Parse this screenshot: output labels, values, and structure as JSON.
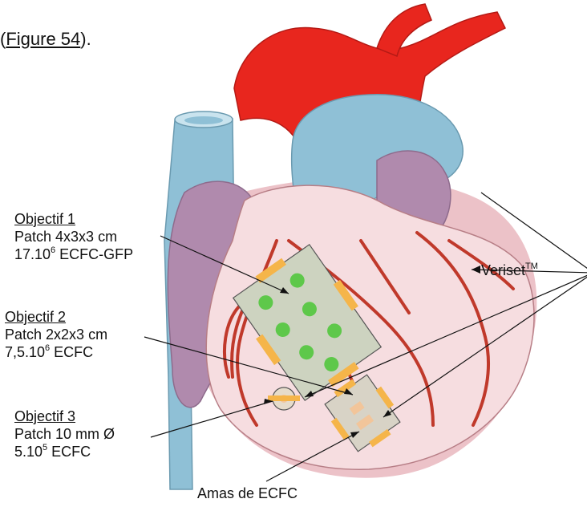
{
  "figure_ref": {
    "open": "(",
    "link": "Figure 54",
    "close": ")."
  },
  "labels": {
    "obj1": {
      "title": "Objectif 1",
      "line1": "Patch 4x3x3 cm",
      "line2_base": "17.10",
      "line2_sup": "6",
      "line2_rest": " ECFC-GFP"
    },
    "obj2": {
      "title": "Objectif 2",
      "line1": "Patch 2x2x3 cm",
      "line2_base": "7,5.10",
      "line2_sup": "6",
      "line2_rest": " ECFC"
    },
    "obj3": {
      "title": "Objectif 3",
      "line1": "Patch 10 mm Ø",
      "line2_base": "5.10",
      "line2_sup": "5",
      "line2_rest": " ECFC"
    },
    "veriset": {
      "base": "Veriset",
      "sup": "TM"
    },
    "amas": "Amas de ECFC"
  },
  "colors": {
    "aorta": "#e8261e",
    "vessel_blue": "#8fc0d6",
    "heart_pink": "#f6dde0",
    "atrium_purple": "#b08aad",
    "coronary": "#c0392b",
    "patch_fill": "#cdd3c0",
    "dot_green": "#5ec84a",
    "tape_orange": "#f5b54a"
  }
}
